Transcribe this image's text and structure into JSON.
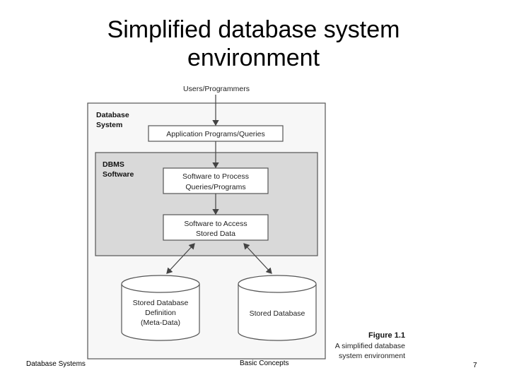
{
  "slide": {
    "title_line1": "Simplified database system",
    "title_line2": "environment",
    "footer_left": "Database Systems",
    "footer_center": "Basic Concepts",
    "page_number": "7"
  },
  "diagram": {
    "users_label": "Users/Programmers",
    "database_system_label": [
      "Database",
      "System"
    ],
    "dbms_software_label": [
      "DBMS",
      "Software"
    ],
    "app_programs": "Application Programs/Queries",
    "process_software": [
      "Software to Process",
      "Queries/Programs"
    ],
    "access_software": [
      "Software to Access",
      "Stored Data"
    ],
    "meta_db": [
      "Stored Database",
      "Definition",
      "(Meta-Data)"
    ],
    "stored_db": "Stored Database",
    "figure_caption": {
      "title": "Figure 1.1",
      "lines": [
        "A simplified database",
        "system environment"
      ]
    }
  },
  "colors": {
    "outer_box_fill": "#f7f7f7",
    "dbms_fill": "#d9d9d9",
    "box_fill": "#ffffff",
    "stroke": "#555555"
  }
}
